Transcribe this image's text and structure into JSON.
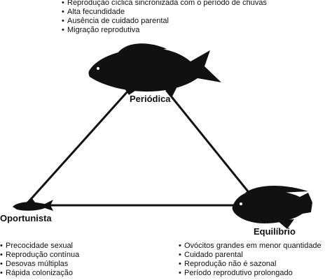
{
  "strategies": {
    "periodica": {
      "label": "Periódica",
      "traits": [
        "Reprodução cíclica sincronizada com o período de chuvas",
        "Alta fecundidade",
        "Ausência de cuidado parental",
        "Migração reprodutiva"
      ]
    },
    "oportunista": {
      "label": "Oportunista",
      "traits": [
        "Precocidade sexual",
        "Reprodução contínua",
        "Desovas múltiplas",
        "Rápida colonização"
      ]
    },
    "equilibrio": {
      "label": "Equilíbrio",
      "traits": [
        "Ovócitos grandes em menor quantidade",
        "Cuidado parental",
        "Reprodução não é sazonal",
        "Período reprodutivo prolongado"
      ]
    }
  },
  "colors": {
    "line": "#111111",
    "fish": "#111111"
  }
}
